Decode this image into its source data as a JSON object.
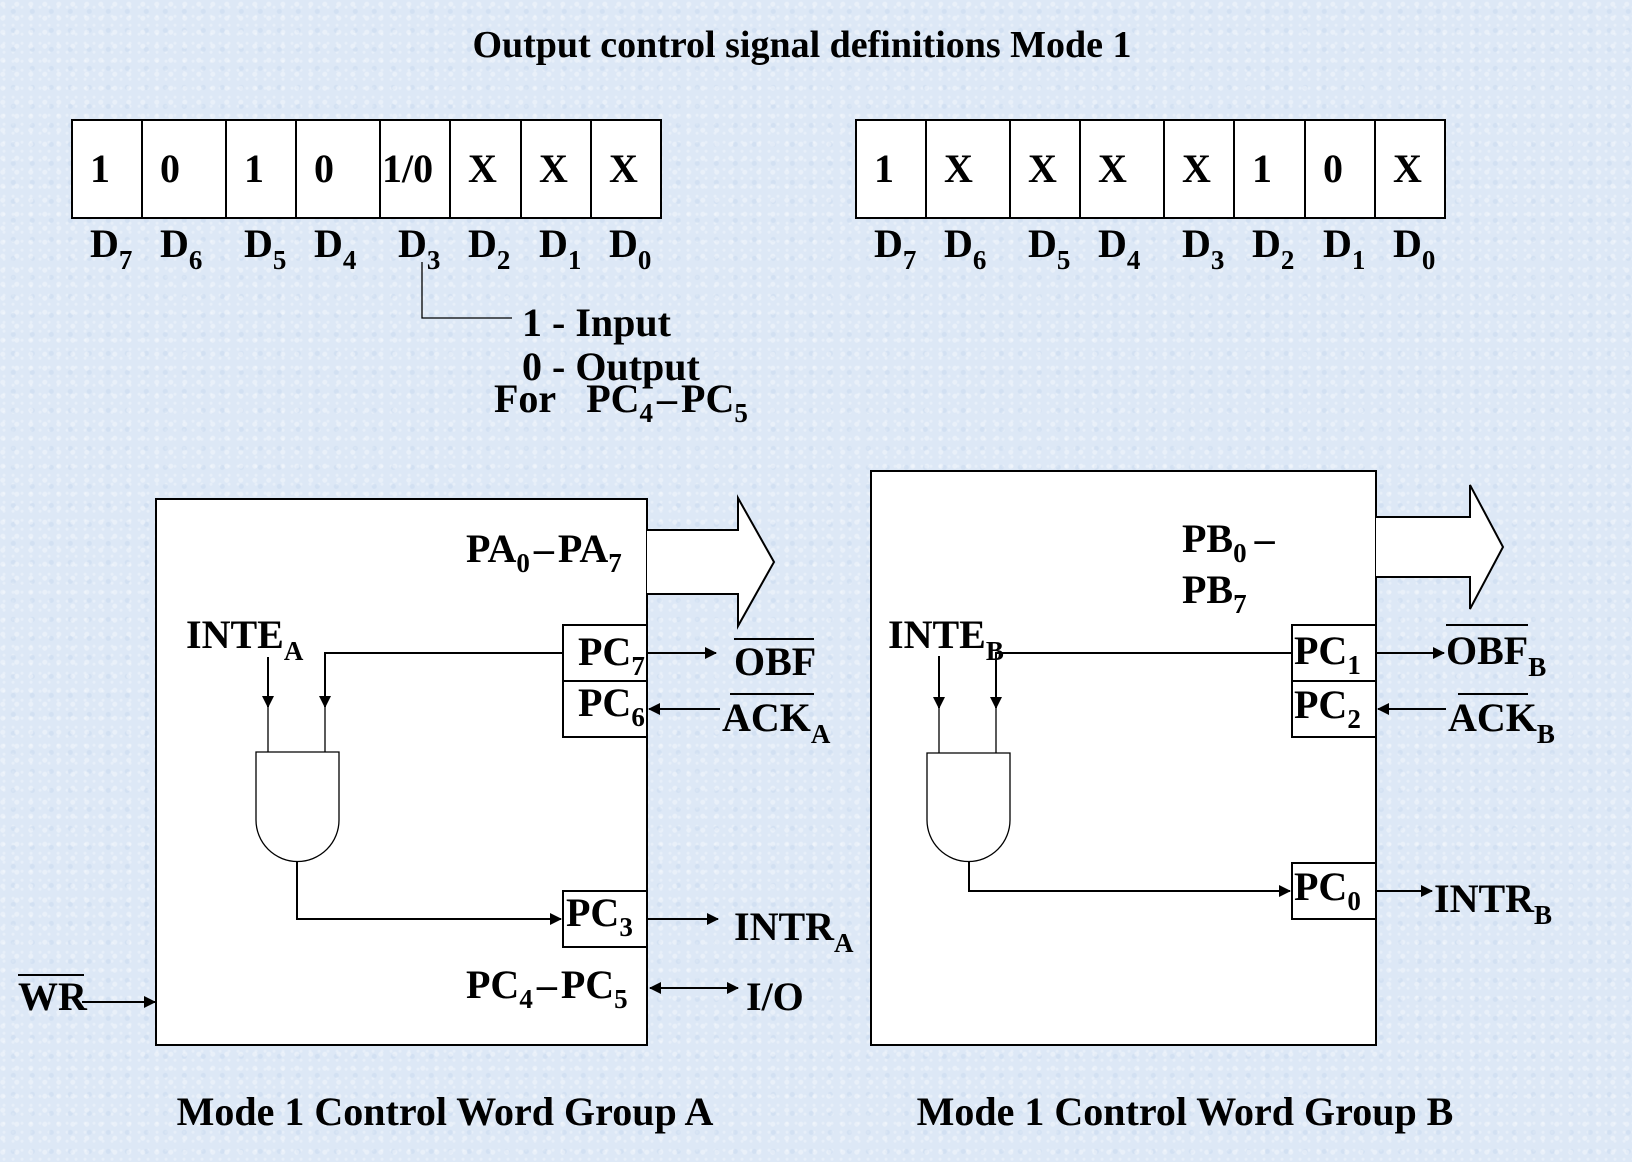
{
  "title": "Output control signal definitions Mode 1",
  "group_a": {
    "control_word": {
      "bits": [
        "1",
        "0",
        "1",
        "0",
        "1/0",
        "X",
        "X",
        "X"
      ],
      "bit_labels": [
        {
          "base": "D",
          "sub": "7"
        },
        {
          "base": "D",
          "sub": "6"
        },
        {
          "base": "D",
          "sub": "5"
        },
        {
          "base": "D",
          "sub": "4"
        },
        {
          "base": "D",
          "sub": "3"
        },
        {
          "base": "D",
          "sub": "2"
        },
        {
          "base": "D",
          "sub": "1"
        },
        {
          "base": "D",
          "sub": "0"
        }
      ]
    },
    "d3_note": {
      "line1": "1 - Input",
      "line2": "0 - Output",
      "line3_prefix": "For",
      "line3_range": {
        "a": "PC",
        "a_sub": "4",
        "dash": "–",
        "b": "PC",
        "b_sub": "5"
      }
    },
    "diagram": {
      "port_label": {
        "a": "PA",
        "a_sub": "0",
        "dash": "–",
        "b": "PA",
        "b_sub": "7"
      },
      "inte": {
        "base": "INTE",
        "sub": "A"
      },
      "pins": [
        {
          "base": "PC",
          "sub": "7"
        },
        {
          "base": "PC",
          "sub": "6"
        },
        {
          "base": "PC",
          "sub": "3"
        }
      ],
      "signals": {
        "obf": {
          "base": "OBF",
          "sub": ""
        },
        "ack": {
          "base": "ACK",
          "sub": "A"
        },
        "intr": {
          "base": "INTR",
          "sub": "A"
        },
        "io": "I/O",
        "wr": "WR"
      },
      "pc_range": {
        "a": "PC",
        "a_sub": "4",
        "dash": "–",
        "b": "PC",
        "b_sub": "5"
      }
    },
    "caption": "Mode 1 Control Word Group A"
  },
  "group_b": {
    "control_word": {
      "bits": [
        "1",
        "X",
        "X",
        "X",
        "X",
        "1",
        "0",
        "X"
      ],
      "bit_labels": [
        {
          "base": "D",
          "sub": "7"
        },
        {
          "base": "D",
          "sub": "6"
        },
        {
          "base": "D",
          "sub": "5"
        },
        {
          "base": "D",
          "sub": "4"
        },
        {
          "base": "D",
          "sub": "3"
        },
        {
          "base": "D",
          "sub": "2"
        },
        {
          "base": "D",
          "sub": "1"
        },
        {
          "base": "D",
          "sub": "0"
        }
      ]
    },
    "diagram": {
      "port_label": {
        "a": "PB",
        "a_sub": "0",
        "dash": "–",
        "b": "PB",
        "b_sub": "7"
      },
      "inte": {
        "base": "INTE",
        "sub": "B"
      },
      "pins": [
        {
          "base": "PC",
          "sub": "1"
        },
        {
          "base": "PC",
          "sub": "2"
        },
        {
          "base": "PC",
          "sub": "0"
        }
      ],
      "signals": {
        "obf": {
          "base": "OBF",
          "sub": "B"
        },
        "ack": {
          "base": "ACK",
          "sub": "B"
        },
        "intr": {
          "base": "INTR",
          "sub": "B"
        }
      }
    },
    "caption": "Mode 1 Control Word Group B"
  }
}
